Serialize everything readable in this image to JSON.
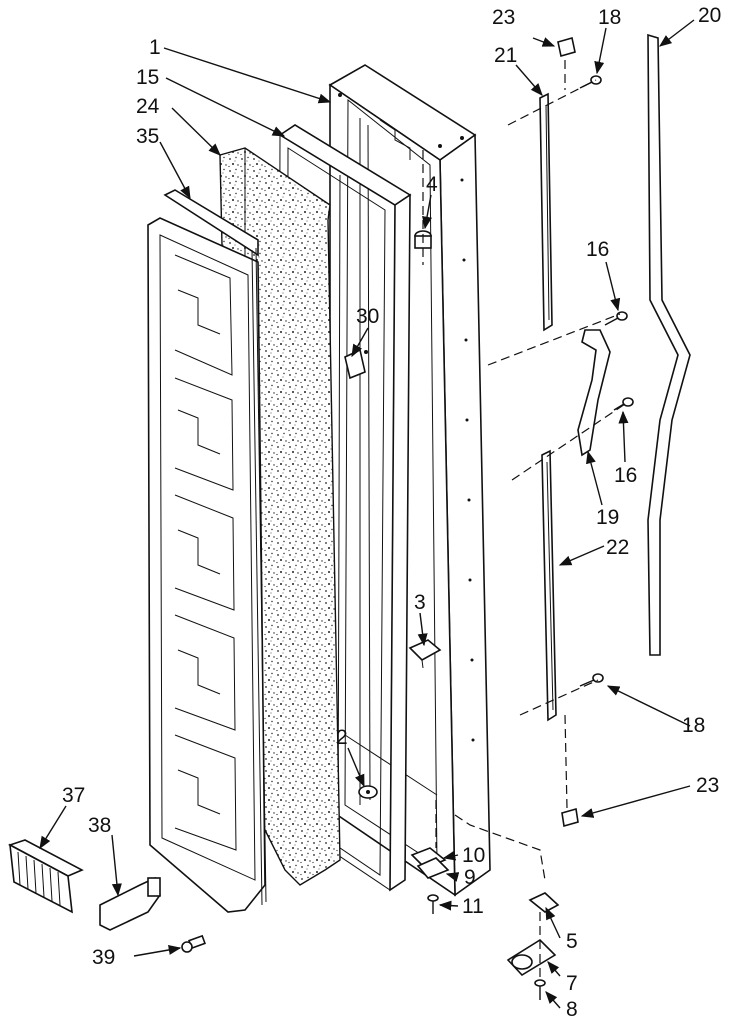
{
  "figure": {
    "callouts": [
      {
        "id": "c1",
        "text": "1"
      },
      {
        "id": "c15",
        "text": "15"
      },
      {
        "id": "c24",
        "text": "24"
      },
      {
        "id": "c35",
        "text": "35"
      },
      {
        "id": "c4",
        "text": "4"
      },
      {
        "id": "c30",
        "text": "30"
      },
      {
        "id": "c3",
        "text": "3"
      },
      {
        "id": "c2",
        "text": "2"
      },
      {
        "id": "c10",
        "text": "10"
      },
      {
        "id": "c9",
        "text": "9"
      },
      {
        "id": "c11",
        "text": "11"
      },
      {
        "id": "c23a",
        "text": "23"
      },
      {
        "id": "c18a",
        "text": "18"
      },
      {
        "id": "c20",
        "text": "20"
      },
      {
        "id": "c21",
        "text": "21"
      },
      {
        "id": "c16a",
        "text": "16"
      },
      {
        "id": "c16b",
        "text": "16"
      },
      {
        "id": "c19",
        "text": "19"
      },
      {
        "id": "c22",
        "text": "22"
      },
      {
        "id": "c18b",
        "text": "18"
      },
      {
        "id": "c23b",
        "text": "23"
      },
      {
        "id": "c37",
        "text": "37"
      },
      {
        "id": "c38",
        "text": "38"
      },
      {
        "id": "c39",
        "text": "39"
      },
      {
        "id": "c5",
        "text": "5"
      },
      {
        "id": "c7",
        "text": "7"
      },
      {
        "id": "c8",
        "text": "8"
      }
    ]
  }
}
